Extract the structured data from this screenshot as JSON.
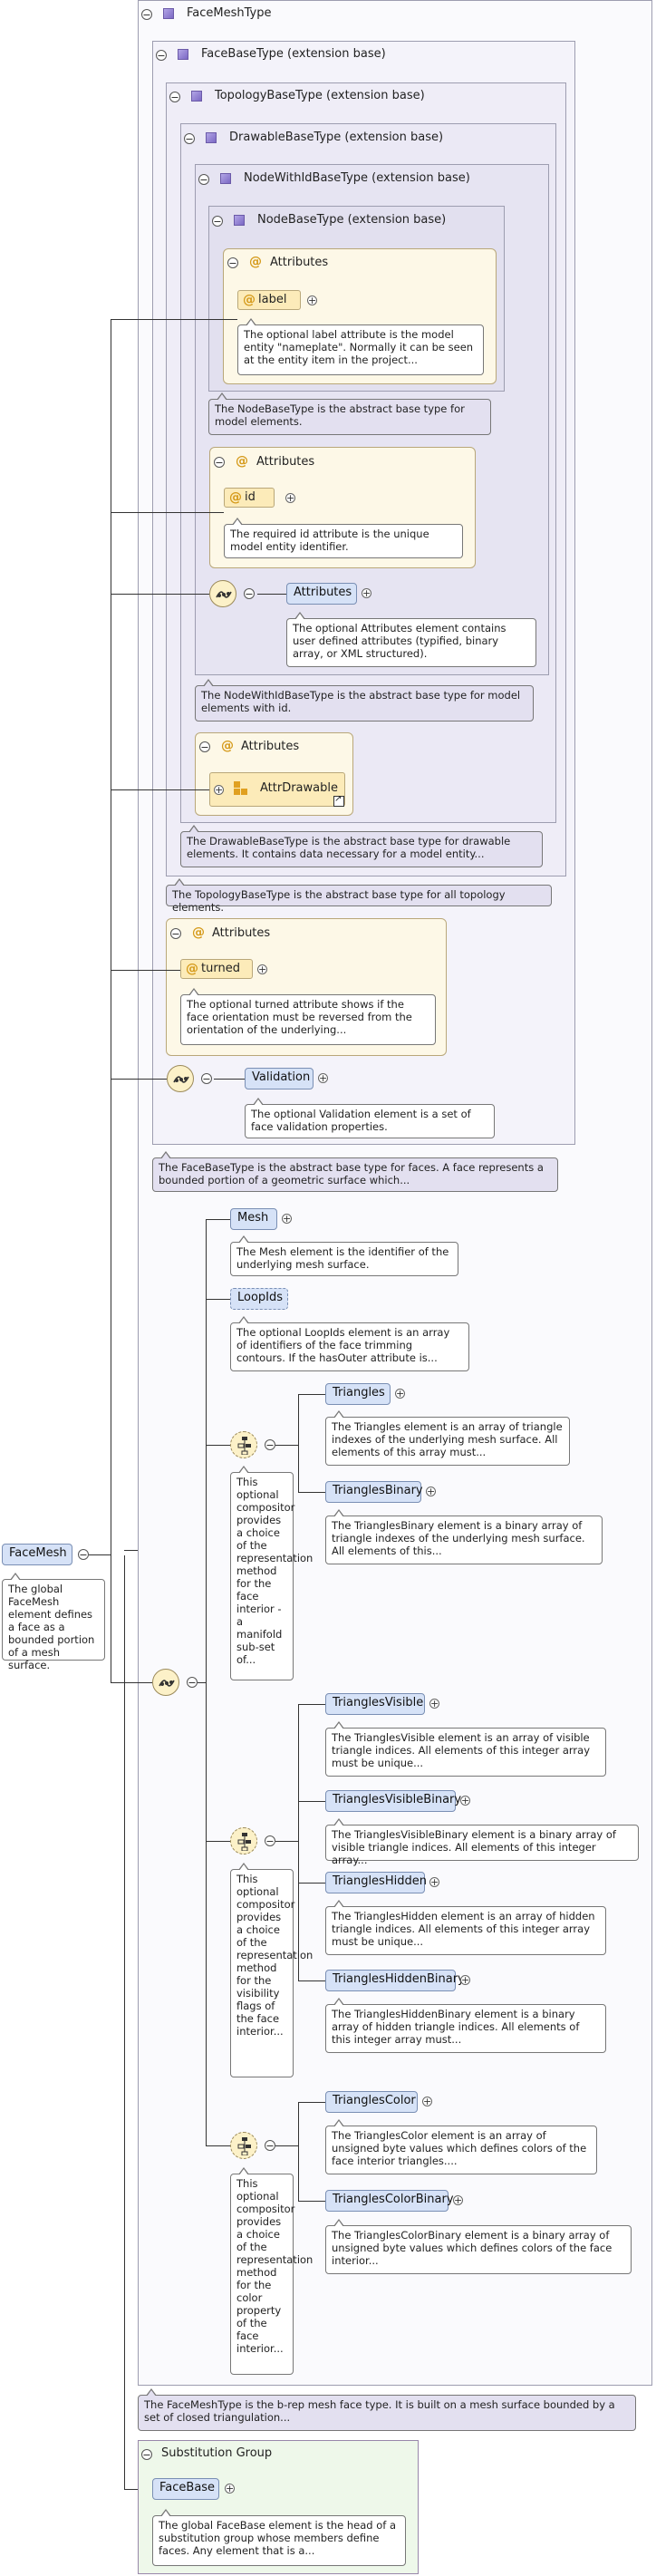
{
  "face_mesh_type": {
    "title": "FaceMeshType",
    "doc": "The FaceMeshType is the b-rep mesh face type. It is built on a mesh surface bounded by a set of closed triangulation..."
  },
  "face_base_type": {
    "title": "FaceBaseType (extension base)",
    "doc": "The FaceBaseType is the abstract base type for faces. A face represents a bounded portion of a geometric surface which..."
  },
  "topology_base_type": {
    "title": "TopologyBaseType (extension base)",
    "doc": "The TopologyBaseType is the abstract base type for all topology elements."
  },
  "drawable_base_type": {
    "title": "DrawableBaseType (extension base)",
    "doc": "The DrawableBaseType is the abstract base type for drawable elements. It contains data necessary for a model entity..."
  },
  "node_with_id_base_type": {
    "title": "NodeWithIdBaseType (extension base)",
    "doc": "The NodeWithIdBaseType is the abstract base type for model elements with id."
  },
  "node_base_type": {
    "title": "NodeBaseType (extension base)",
    "doc": "The NodeBaseType is the abstract base type for model elements."
  },
  "attributes_label": "Attributes",
  "label_attr": {
    "name": "label",
    "doc": "The optional label attribute is the model entity \"nameplate\". Normally it can be seen at the entity item in the project..."
  },
  "id_attr": {
    "name": "id",
    "doc": "The required id attribute is the unique model entity identifier."
  },
  "attributes_elem": {
    "name": "Attributes",
    "doc": "The optional Attributes element contains user defined attributes (typified, binary array, or XML structured)."
  },
  "attr_drawable": {
    "name": "AttrDrawable"
  },
  "turned_attr": {
    "name": "turned",
    "doc": "The optional turned attribute shows if the face orientation must be reversed from the orientation of the underlying..."
  },
  "validation_elem": {
    "name": "Validation",
    "doc": "The optional Validation element is a set of face validation properties."
  },
  "mesh_elem": {
    "name": "Mesh",
    "doc": "The Mesh element is the identifier of the underlying mesh surface."
  },
  "loopids_elem": {
    "name": "LoopIds",
    "doc": "The optional LoopIds element is an array of identifiers of the face trimming contours. If the hasOuter attribute is..."
  },
  "choice1_doc": "This optional compositor provides a choice of the representation method for the face interior - a manifold sub-set of...",
  "triangles_elem": {
    "name": "Triangles",
    "doc": "The Triangles element is an array of triangle indexes of the underlying mesh surface. All elements of this array must..."
  },
  "triangles_binary_elem": {
    "name": "TrianglesBinary",
    "doc": "The TrianglesBinary element is a binary array of triangle indexes of the underlying mesh surface. All elements of this..."
  },
  "choice2_doc": "This optional compositor provides a choice of the representation method for the visibility flags of the face interior...",
  "triangles_visible_elem": {
    "name": "TrianglesVisible",
    "doc": "The TrianglesVisible element is an array of visible triangle indices. All elements of this integer array must be unique..."
  },
  "triangles_visible_binary_elem": {
    "name": "TrianglesVisibleBinary",
    "doc": "The TrianglesVisibleBinary element is a binary array of visible triangle indices. All elements of this integer array..."
  },
  "triangles_hidden_elem": {
    "name": "TrianglesHidden",
    "doc": "The TrianglesHidden element is an array of hidden triangle indices. All elements of this integer array must be unique..."
  },
  "triangles_hidden_binary_elem": {
    "name": "TrianglesHiddenBinary",
    "doc": "The TrianglesHiddenBinary element is a binary array of hidden triangle indices. All elements of this integer array must..."
  },
  "choice3_doc": "This optional compositor provides a choice of the representation method for the color property of the face interior...",
  "triangles_color_elem": {
    "name": "TrianglesColor",
    "doc": "The TrianglesColor element is an array of unsigned byte values which defines colors of the face interior triangles...."
  },
  "triangles_color_binary_elem": {
    "name": "TrianglesColorBinary",
    "doc": "The TrianglesColorBinary element is a binary array of unsigned byte values which defines colors of the face interior..."
  },
  "face_mesh_elem": {
    "name": "FaceMesh",
    "doc": "The global FaceMesh element defines a face as a bounded portion of a mesh surface."
  },
  "substitution_group": {
    "title": "Substitution Group",
    "face_base_name": "FaceBase",
    "face_base_doc": "The global FaceBase element is the head of a substitution group whose members define faces. Any element that is a..."
  },
  "colors": {
    "element_fill": "#d6e2f7",
    "attribute_fill": "#fcebb9",
    "type_fill": "#e6e4f2",
    "substitution_fill": "#eef8ea"
  }
}
